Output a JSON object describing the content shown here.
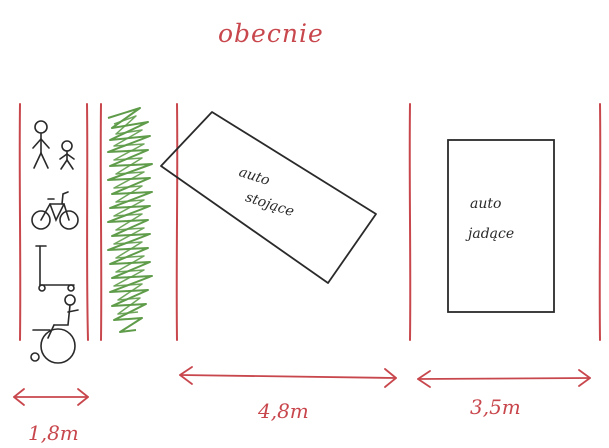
{
  "title": "obecnie",
  "colors": {
    "lane_line": "#c8474d",
    "ink": "#2a2a2a",
    "greenery": "#5f9c4a",
    "paper": "#ffffff"
  },
  "icons": [
    "pedestrian-adult-icon",
    "pedestrian-child-icon",
    "bicycle-icon",
    "scooter-icon",
    "wheelchair-icon"
  ],
  "cars": {
    "parked": {
      "label_line1": "auto",
      "label_line2": "stojące"
    },
    "moving": {
      "label_line1": "auto",
      "label_line2": "jadące"
    }
  },
  "dimensions": {
    "sidewalk": "1,8m",
    "parking": "4,8m",
    "travel_lane": "3,5m"
  }
}
